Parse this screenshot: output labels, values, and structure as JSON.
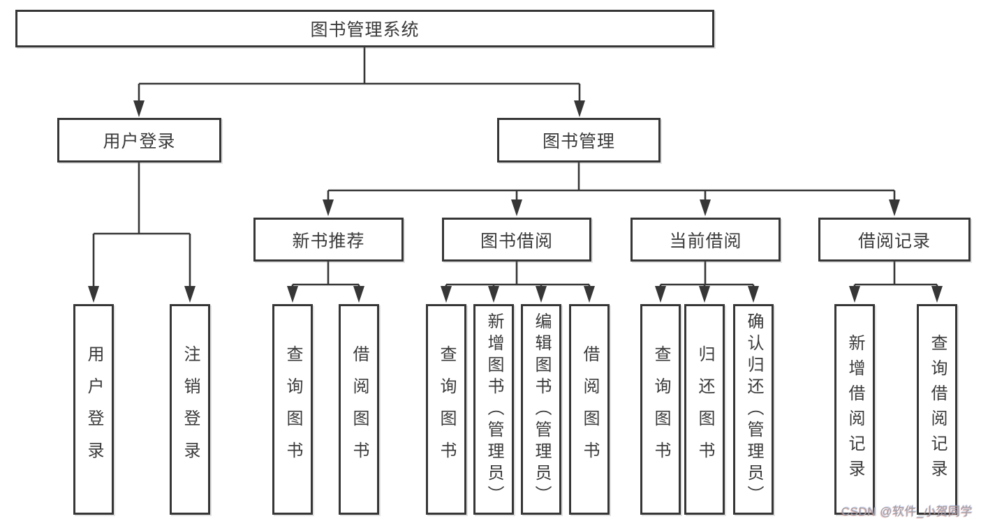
{
  "colors": {
    "line": "#363636",
    "box_border": "#363636",
    "box_fill": "#ffffff",
    "text": "#3a3a3a",
    "watermark": "#9e9e9e"
  },
  "tree": {
    "label": "图书管理系统",
    "children": [
      {
        "label": "用户登录",
        "children": [
          {
            "label": "用户登录"
          },
          {
            "label": "注销登录"
          }
        ]
      },
      {
        "label": "图书管理",
        "children": [
          {
            "label": "新书推荐",
            "children": [
              {
                "label": "查询图书"
              },
              {
                "label": "借阅图书"
              }
            ]
          },
          {
            "label": "图书借阅",
            "children": [
              {
                "label": "查询图书"
              },
              {
                "label": "新增图书（管理员）"
              },
              {
                "label": "编辑图书（管理员）"
              },
              {
                "label": "借阅图书"
              }
            ]
          },
          {
            "label": "当前借阅",
            "children": [
              {
                "label": "查询图书"
              },
              {
                "label": "归还图书"
              },
              {
                "label": "确认归还（管理员）"
              }
            ]
          },
          {
            "label": "借阅记录",
            "children": [
              {
                "label": "新增借阅记录"
              },
              {
                "label": "查询借阅记录"
              }
            ]
          }
        ]
      }
    ]
  },
  "watermark": {
    "text": "CSDN @软件_小贺同学"
  }
}
